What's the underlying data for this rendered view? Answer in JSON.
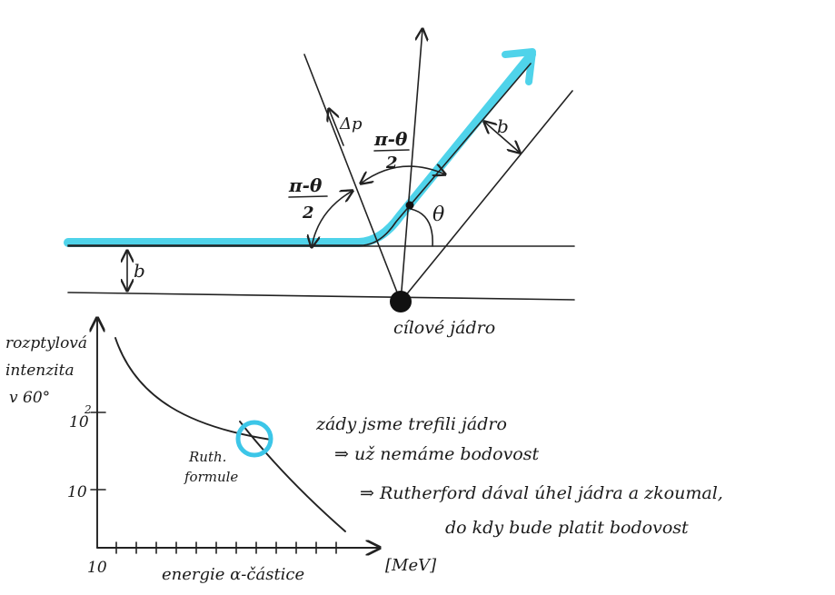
{
  "scattering": {
    "angle_label": "θ",
    "half_angle_numerator": "π-θ",
    "half_angle_denominator": "2",
    "momentum_label": "Δp",
    "impact_parameter": "b",
    "nucleus_label": "cílové jádro",
    "colors": {
      "trajectory": "#4fd3ea",
      "ink": "#222222",
      "nucleus": "#111111"
    }
  },
  "graph": {
    "ylabel_line1": "rozptylová",
    "ylabel_line2": "intenzita",
    "ylabel_line3": "v 60°",
    "y_tick_high_base": "10",
    "y_tick_high_exp": "2",
    "y_tick_low": "10",
    "x_tick_start": "10",
    "xlabel": "energie α-částice",
    "x_unit": "[MeV]",
    "curve_label_line1": "Ruth.",
    "curve_label_line2": "formule",
    "highlight_color": "#3cc6e8"
  },
  "notes": {
    "line1": "zády jsme trefili jádro",
    "line2": "⇒ už nemáme bodovost",
    "line3": "⇒ Rutherford dával úhel jádra a zkoumal,",
    "line4": "do kdy bude platit bodovost"
  }
}
